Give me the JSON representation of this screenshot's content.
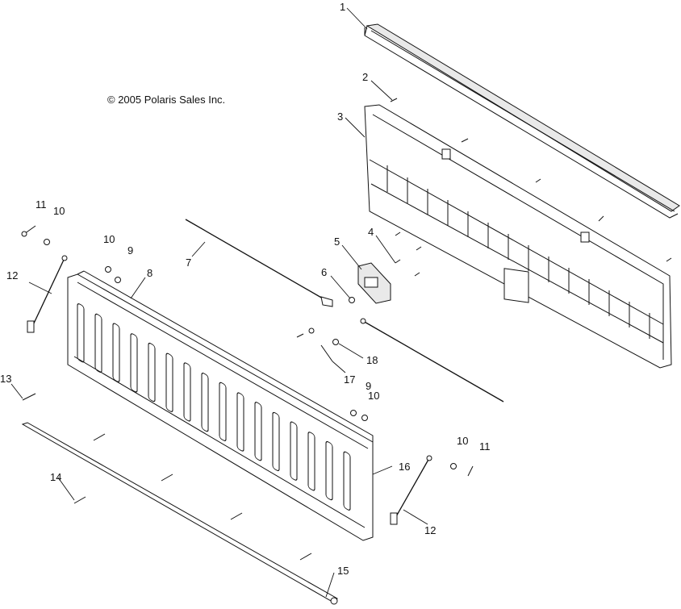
{
  "copyright": "© 2005 Polaris Sales Inc.",
  "callouts": [
    "1",
    "2",
    "3",
    "4",
    "5",
    "6",
    "7",
    "8",
    "9",
    "9",
    "10",
    "10",
    "10",
    "10",
    "11",
    "11",
    "12",
    "12",
    "13",
    "14",
    "15",
    "16",
    "17",
    "18"
  ]
}
